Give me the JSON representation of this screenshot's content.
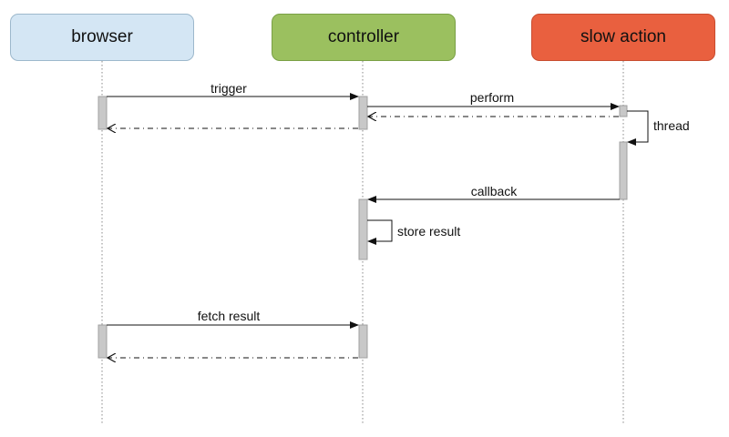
{
  "participants": [
    {
      "id": "browser",
      "label": "browser",
      "fill": "#d4e6f4",
      "stroke": "#9db8cc"
    },
    {
      "id": "controller",
      "label": "controller",
      "fill": "#9bc05f",
      "stroke": "#7aa046"
    },
    {
      "id": "slow",
      "label": "slow action",
      "fill": "#e9603f",
      "stroke": "#c84d30"
    }
  ],
  "messages": {
    "trigger": "trigger",
    "perform": "perform",
    "thread": "thread",
    "callback": "callback",
    "store_result": "store result",
    "fetch_result": "fetch result"
  },
  "colors": {
    "lifeline": "#888888",
    "activation_fill": "#c8c8c8",
    "activation_stroke": "#a0a0a0",
    "arrow": "#111111"
  }
}
